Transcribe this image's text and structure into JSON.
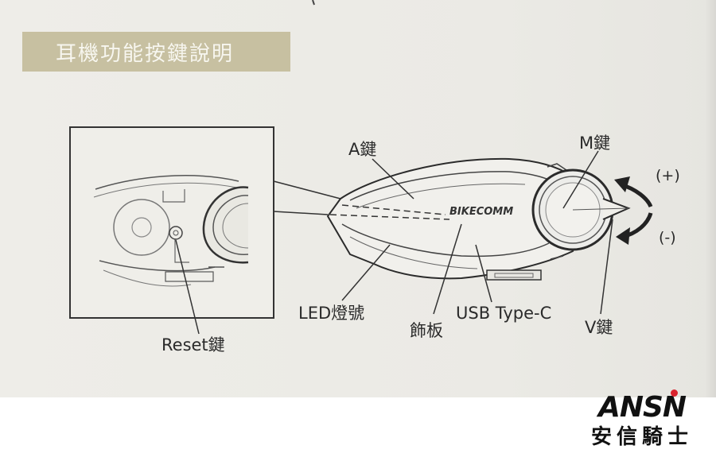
{
  "header": {
    "title": "耳機功能按鍵說明"
  },
  "device": {
    "logo": "BIKECOMM"
  },
  "labels": {
    "a_key": "A鍵",
    "m_key": "M鍵",
    "plus": "(+)",
    "minus": "(-)",
    "led": "LED燈號",
    "trim": "飾板",
    "usb": "USB Type-C",
    "v_key": "V鍵",
    "reset": "Reset鍵"
  },
  "brand": {
    "mark": "ANSN",
    "sub": "安信騎士",
    "accent_color": "#d9232e"
  }
}
